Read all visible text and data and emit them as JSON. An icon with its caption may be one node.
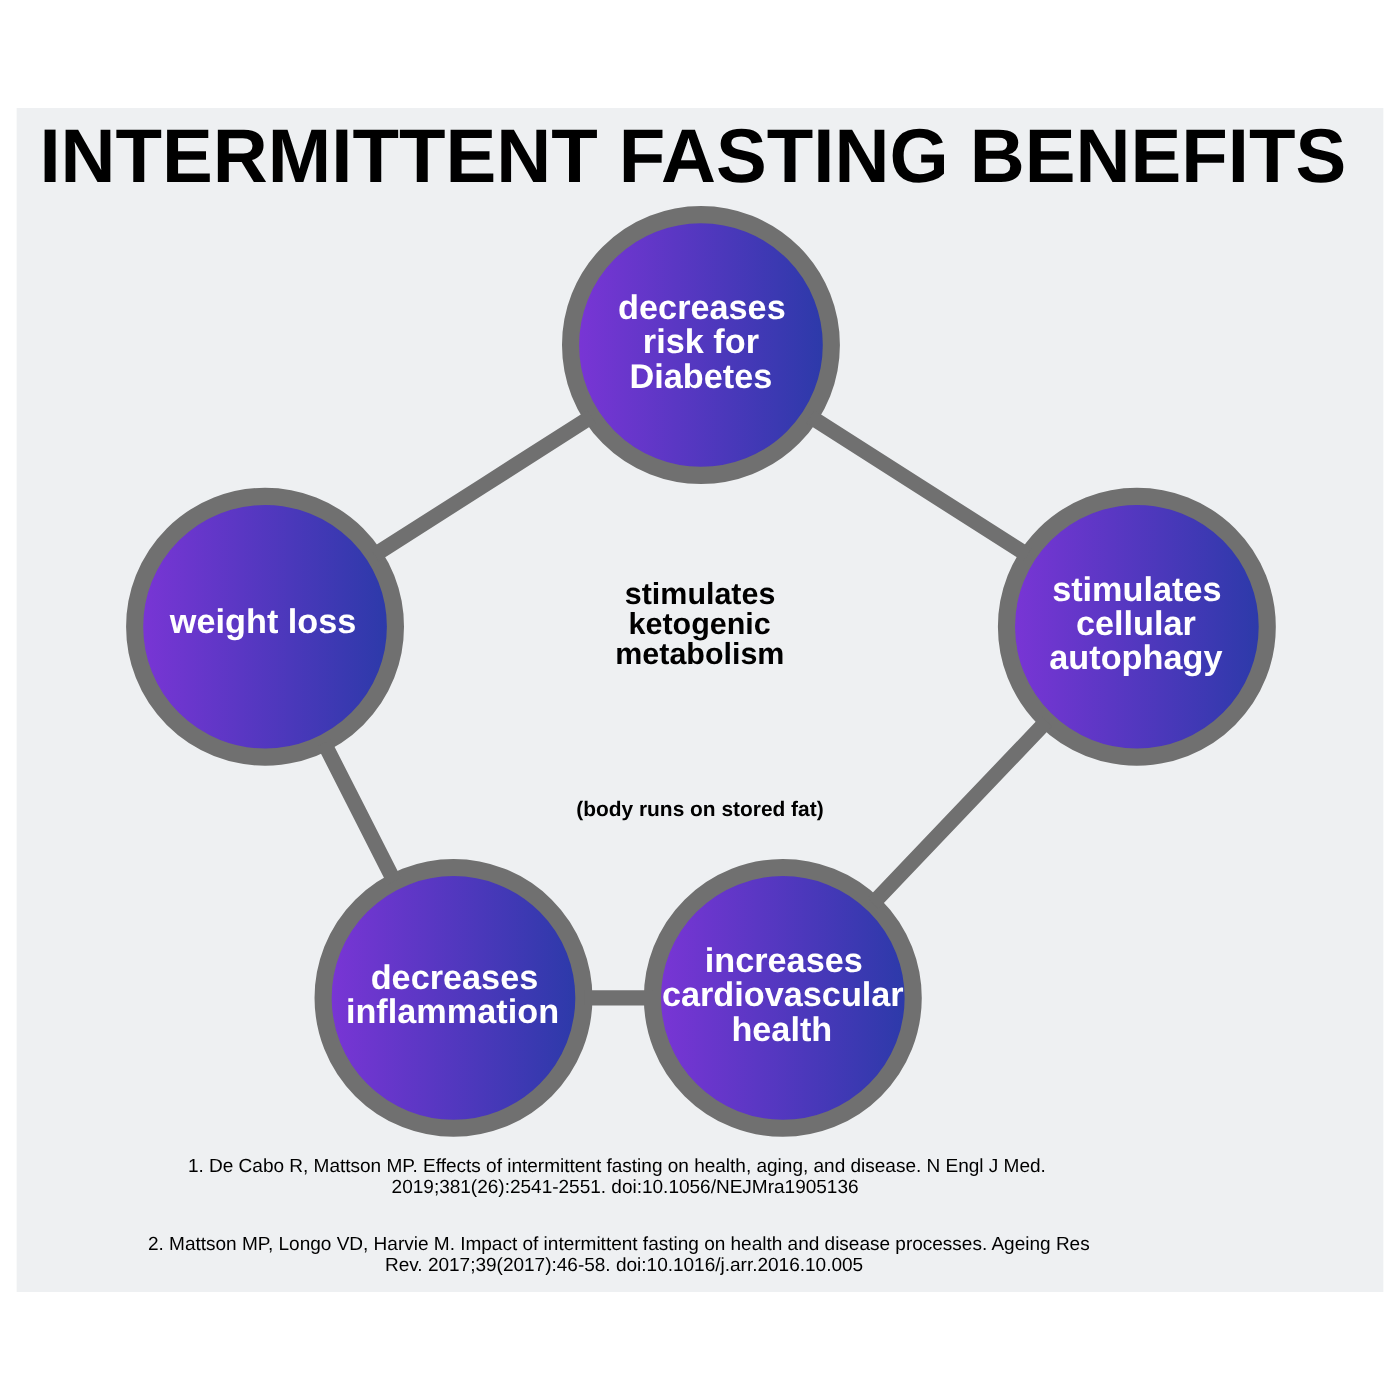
{
  "diagram": {
    "title": "INTERMITTENT FASTING BENEFITS",
    "nodes": [
      {
        "text": [
          "decreases risk for Diabetes"
        ]
      },
      {
        "text": [
          "weight loss"
        ]
      },
      {
        "text": [
          "decreases inflammation"
        ]
      },
      {
        "text": [
          "increases cardiovascular health"
        ]
      },
      {
        "text": [
          "stimulates cellular autophagy"
        ]
      }
    ],
    "edges": [
      {
        "from": 0,
        "to": 1,
        "arrow": "none"
      },
      {
        "from": 1,
        "to": 2,
        "arrow": "none"
      },
      {
        "from": 2,
        "to": 3,
        "arrow": "none"
      },
      {
        "from": 3,
        "to": 4,
        "arrow": "none"
      },
      {
        "from": 4,
        "to": 0,
        "arrow": "none"
      }
    ],
    "labels": [
      "stimulates ketogenic metabolism",
      "(body runs on stored fat)",
      "1. De Cabo R, Mattson MP. Effects of intermittent fasting on health, aging, and disease. N Engl J Med. 2019;381(26):2541-2551. doi:10.1056/NEJMra1905136",
      "2. Mattson MP, Longo VD, Harvie M. Impact of intermittent fasting on health and disease processes. Ageing Res Rev. 2017;39(2017):46-58. doi:10.1016/j.arr.2016.10.005"
    ]
  }
}
